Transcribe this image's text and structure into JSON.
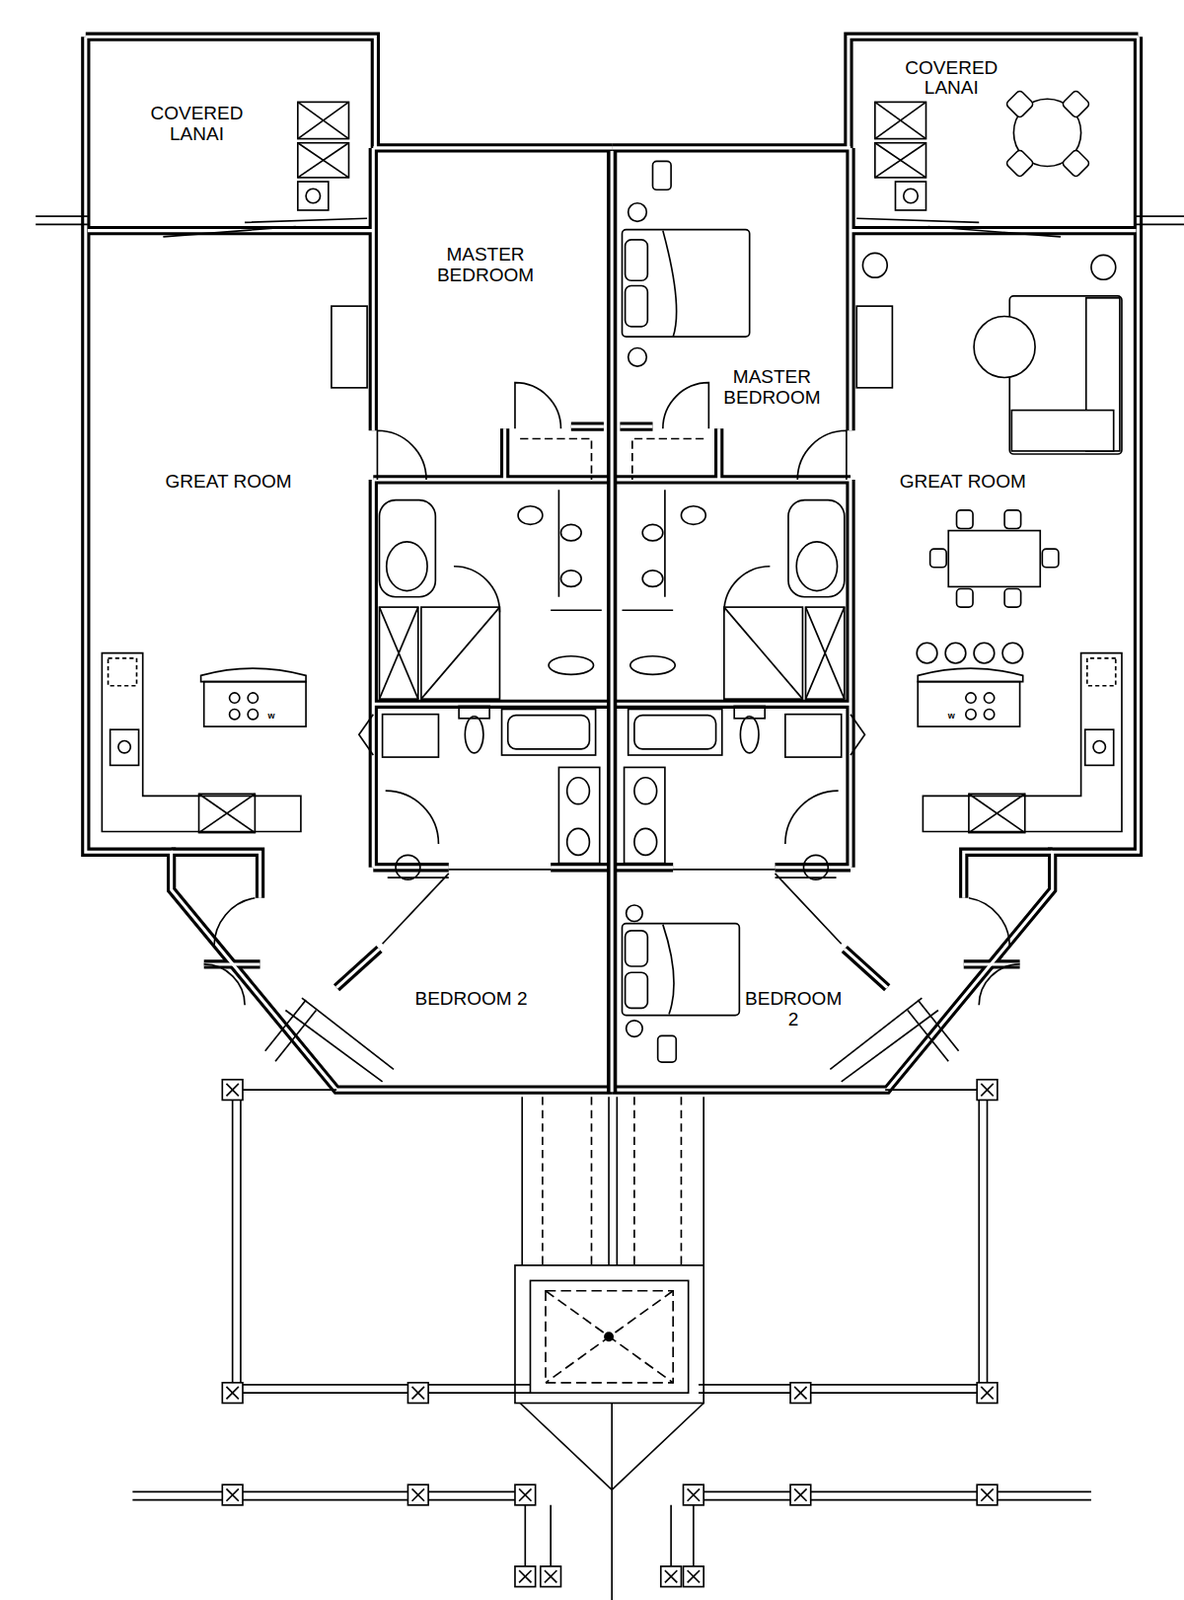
{
  "diagram": {
    "labels": [
      "COVERED LANAI",
      "COVERED LANAI",
      "MASTER BEDROOM",
      "MASTER BEDROOM",
      "GREAT ROOM",
      "GREAT ROOM",
      "w",
      "w",
      "BEDROOM 2",
      "BEDROOM 2"
    ]
  }
}
